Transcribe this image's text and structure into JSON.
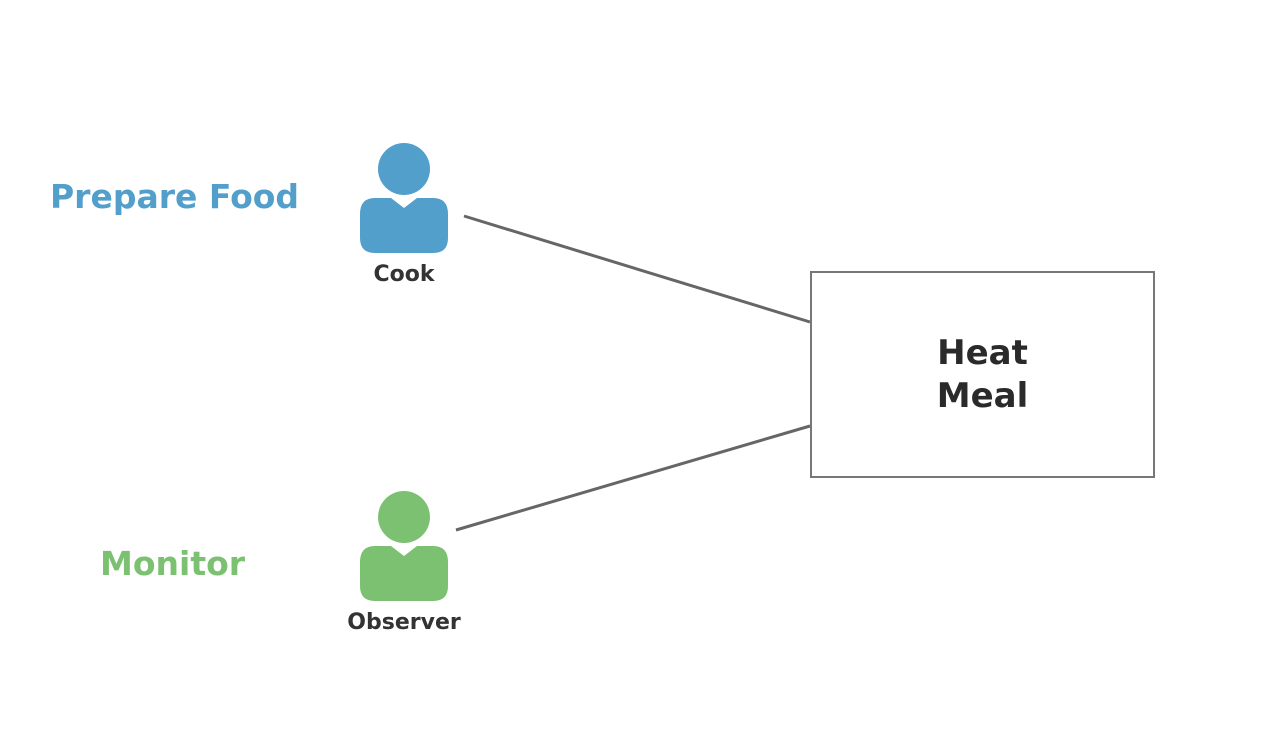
{
  "diagram": {
    "actors": [
      {
        "id": "cook",
        "name": "Cook",
        "role": "Prepare Food",
        "color": "#529fcb"
      },
      {
        "id": "observer",
        "name": "Observer",
        "role": "Monitor",
        "color": "#7cc172"
      }
    ],
    "use_case": {
      "line1": "Heat",
      "line2": "Meal"
    },
    "connector_color": "#666666",
    "text_color": "#2a2a2a"
  }
}
